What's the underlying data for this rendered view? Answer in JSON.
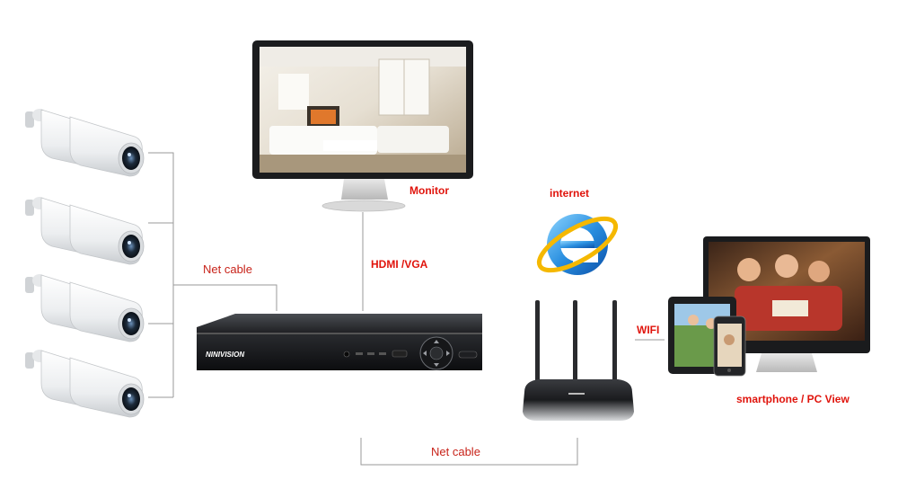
{
  "labels": {
    "monitor": "Monitor",
    "internet": "internet",
    "hdmi": "HDMI /VGA",
    "net_cable_top": "Net cable",
    "net_cable_bottom": "Net cable",
    "wifi": "WIFI",
    "views": "smartphone / PC View"
  },
  "nvr": {
    "brand": "NINIVISION"
  },
  "colors": {
    "label_red": "#e0140c",
    "line_gray": "#9a9a9a"
  }
}
